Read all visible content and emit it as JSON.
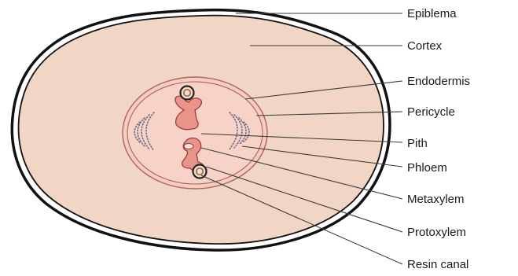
{
  "labels": {
    "epiblema": "Epiblema",
    "cortex": "Cortex",
    "endodermis": "Endodermis",
    "pericycle": "Pericycle",
    "pith": "Pith",
    "phloem": "Phloem",
    "metaxylem": "Metaxylem",
    "protoxylem": "Protoxylem",
    "resin_canal": "Resin canal"
  },
  "colors": {
    "cortex_fill": "#f1d6c6",
    "stele_fill": "#f5cdc1",
    "xylem_fill": "#e89488",
    "outline": "#111111",
    "phloem_dots": "#6a6a88",
    "leader_line": "#3a3a3a"
  }
}
